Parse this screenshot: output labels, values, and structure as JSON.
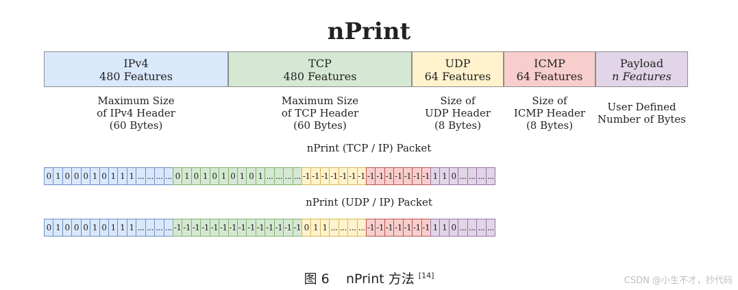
{
  "title": "nPrint",
  "sections": [
    {
      "name": "IPv4",
      "features": "480 Features",
      "desc": [
        "Maximum Size",
        "of IPv4 Header",
        "(60 Bytes)"
      ],
      "fill": "#dae8fc",
      "stroke": "#6c8ebf"
    },
    {
      "name": "TCP",
      "features": "480 Features",
      "desc": [
        "Maximum Size",
        "of TCP Header",
        "(60 Bytes)"
      ],
      "fill": "#d5e8d4",
      "stroke": "#82b366"
    },
    {
      "name": "UDP",
      "features": "64 Features",
      "desc": [
        "Size of",
        "UDP Header",
        "(8 Bytes)"
      ],
      "fill": "#fff2cc",
      "stroke": "#d6b656"
    },
    {
      "name": "ICMP",
      "features": "64 Features",
      "desc": [
        "Size of",
        "ICMP Header",
        "(8 Bytes)"
      ],
      "fill": "#f8cecc",
      "stroke": "#b85450"
    },
    {
      "name": "Payload",
      "features_n": "n",
      "features": " Features",
      "desc": [
        "User Defined",
        "Number of Bytes"
      ],
      "fill": "#e1d5e7",
      "stroke": "#9673a6"
    }
  ],
  "rows": [
    {
      "caption": "nPrint (TCP / IP) Packet",
      "groups": [
        [
          "0",
          "1",
          "0",
          "0",
          "0",
          "1",
          "0",
          "1",
          "1",
          "1",
          "...",
          "...",
          "...",
          "..."
        ],
        [
          "0",
          "1",
          "0",
          "1",
          "0",
          "1",
          "0",
          "1",
          "0",
          "1",
          "...",
          "...",
          "...",
          "..."
        ],
        [
          "-1",
          "-1",
          "-1",
          "-1",
          "-1",
          "-1",
          "-1"
        ],
        [
          "-1",
          "-1",
          "-1",
          "-1",
          "-1",
          "-1",
          "-1"
        ],
        [
          "1",
          "1",
          "0",
          "...",
          "...",
          "...",
          "..."
        ]
      ]
    },
    {
      "caption": "nPrint (UDP / IP) Packet",
      "groups": [
        [
          "0",
          "1",
          "0",
          "0",
          "0",
          "1",
          "0",
          "1",
          "1",
          "1",
          "...",
          "...",
          "...",
          "..."
        ],
        [
          "-1",
          "-1",
          "-1",
          "-1",
          "-1",
          "-1",
          "-1",
          "-1",
          "-1",
          "-1",
          "-1",
          "-1",
          "-1",
          "-1"
        ],
        [
          "0",
          "1",
          "1",
          "...",
          "...",
          "...",
          "..."
        ],
        [
          "-1",
          "-1",
          "-1",
          "-1",
          "-1",
          "-1",
          "-1"
        ],
        [
          "1",
          "1",
          "0",
          "...",
          "...",
          "...",
          "..."
        ]
      ]
    }
  ],
  "figure_caption": {
    "label": "图 6",
    "text": "nPrint 方法",
    "ref": "[14]"
  },
  "watermark": "CSDN @小生不才，抄代码"
}
